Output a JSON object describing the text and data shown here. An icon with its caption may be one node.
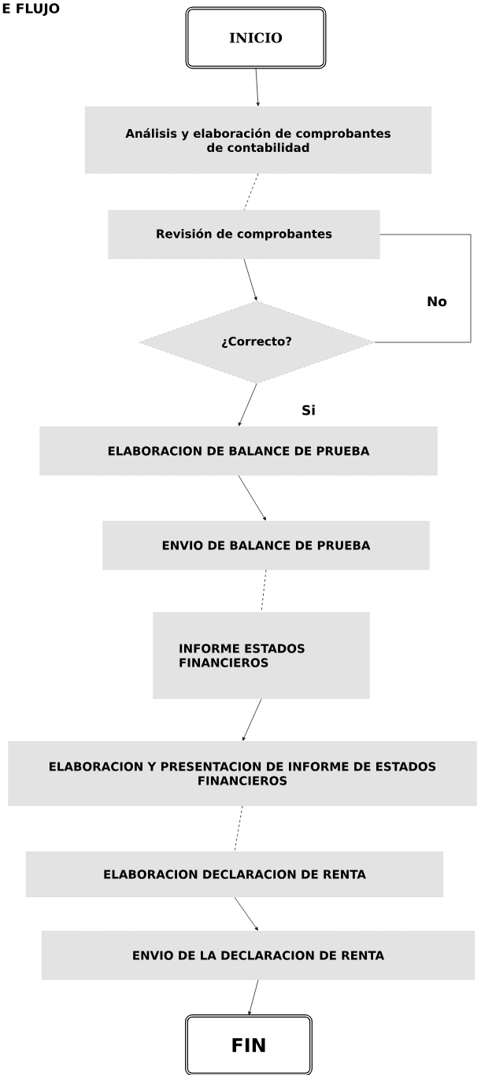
{
  "diagram": {
    "title": "E FLUJO",
    "nodes": [
      {
        "text": [
          "INICIO"
        ]
      },
      {
        "text": [
          "Análisis y elaboración de comprobantes de contabilidad"
        ]
      },
      {
        "text": [
          "Revisión de comprobantes"
        ]
      },
      {
        "text": [
          "¿Correcto?"
        ]
      },
      {
        "text": [
          "ELABORACION DE BALANCE DE PRUEBA"
        ]
      },
      {
        "text": [
          "ENVIO DE BALANCE DE PRUEBA"
        ]
      },
      {
        "text": [
          "INFORME ESTADOS FINANCIEROS"
        ]
      },
      {
        "text": [
          "ELABORACION Y PRESENTACION DE INFORME DE ESTADOS FINANCIEROS"
        ]
      },
      {
        "text": [
          "ELABORACION DECLARACION DE RENTA"
        ]
      },
      {
        "text": [
          "ENVIO DE LA DECLARACION DE RENTA"
        ]
      },
      {
        "text": [
          "FIN"
        ]
      }
    ],
    "edges": [
      {
        "from": 0,
        "to": 1,
        "arrow": "to"
      },
      {
        "from": 1,
        "to": 2,
        "arrow": "none",
        "style": "dashed"
      },
      {
        "from": 2,
        "to": 3,
        "arrow": "to"
      },
      {
        "from": 3,
        "to": 2,
        "arrow": "none",
        "label": "No"
      },
      {
        "from": 3,
        "to": 4,
        "arrow": "to",
        "label": "Si"
      },
      {
        "from": 4,
        "to": 5,
        "arrow": "to"
      },
      {
        "from": 5,
        "to": 6,
        "arrow": "none",
        "style": "dashed"
      },
      {
        "from": 6,
        "to": 7,
        "arrow": "to"
      },
      {
        "from": 7,
        "to": 8,
        "arrow": "none",
        "style": "dashed"
      },
      {
        "from": 8,
        "to": 9,
        "arrow": "to"
      },
      {
        "from": 9,
        "to": 10,
        "arrow": "to"
      }
    ]
  }
}
